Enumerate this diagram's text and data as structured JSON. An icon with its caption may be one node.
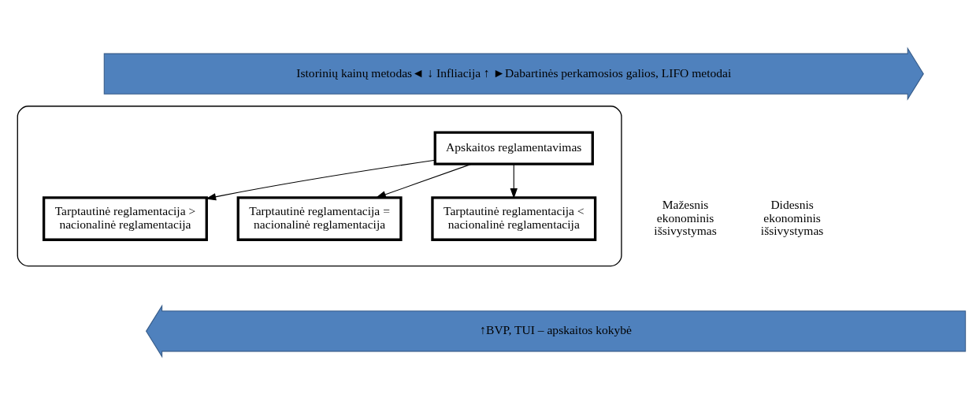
{
  "diagram": {
    "nodes": [
      {
        "text": [
          "Istorinių kainų metodas◄ ↓ Infliacija ↑ ►Dabartinės perkamosios galios, LIFO metodai"
        ]
      },
      {
        "text": [],
        "shape": "ellipse"
      },
      {
        "text": [
          "Apskaitos reglamentavimas"
        ],
        "in": 1
      },
      {
        "text": [
          "Tarptautinė reglamentacija > nacionalinė reglamentacija"
        ],
        "in": 1
      },
      {
        "text": [
          "Tarptautinė reglamentacija = nacionalinė reglamentacija"
        ],
        "in": 1
      },
      {
        "text": [
          "Tarptautinė reglamentacija < nacionalinė reglamentacija"
        ],
        "in": 1
      },
      {
        "text": [
          "↑BVP, TUI – apskaitos kokybė"
        ]
      }
    ],
    "edges": [
      {
        "from": 2,
        "to": 3,
        "arrow": "to"
      },
      {
        "from": 2,
        "to": 4,
        "arrow": "to"
      },
      {
        "from": 2,
        "to": 5,
        "arrow": "to"
      }
    ],
    "labels": [
      "Mažesnis ekonominis išsivystymas",
      "Didesnis ekonominis išsivystymas"
    ]
  }
}
